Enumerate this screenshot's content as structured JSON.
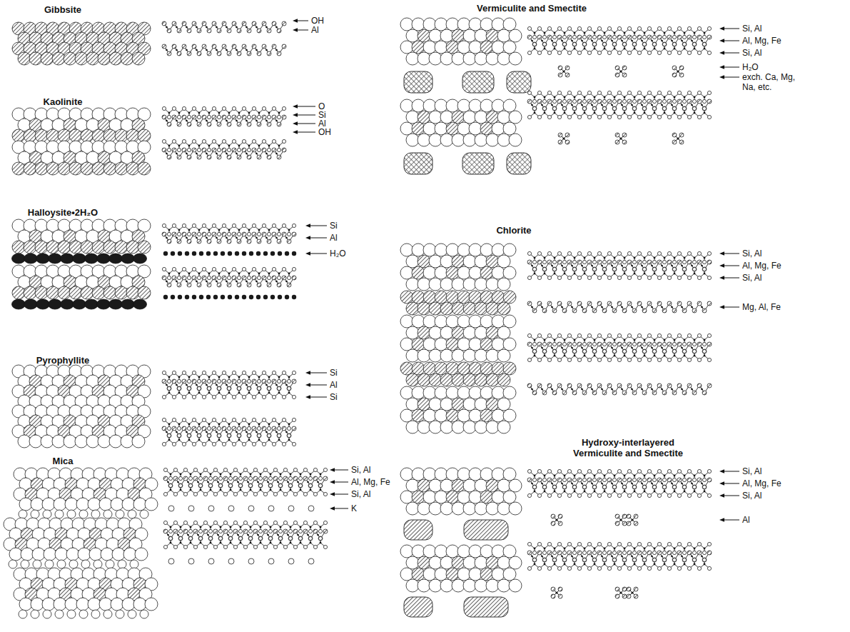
{
  "diagram": {
    "labels": [
      "Gibbsite",
      "OH",
      "Al",
      "Kaolinite",
      "O",
      "Si",
      "Al",
      "OH",
      "Halloysite•2H₂O",
      "Si",
      "Al",
      "H₂O",
      "Pyrophyllite",
      "Si",
      "Al",
      "Si",
      "Mica",
      "Si, Al",
      "Al, Mg, Fe",
      "Si, Al",
      "K",
      "Vermiculite and Smectite",
      "Si, Al",
      "Al, Mg, Fe",
      "Si, Al",
      "H₂O",
      "exch. Ca, Mg, Na, etc.",
      "Chlorite",
      "Si, Al",
      "Al, Mg, Fe",
      "Si, Al",
      "Mg, Al, Fe",
      "Hydroxy-interlayered Vermiculite and Smectite",
      "Si, Al",
      "Al, Mg, Fe",
      "Si, Al",
      "Al"
    ]
  }
}
